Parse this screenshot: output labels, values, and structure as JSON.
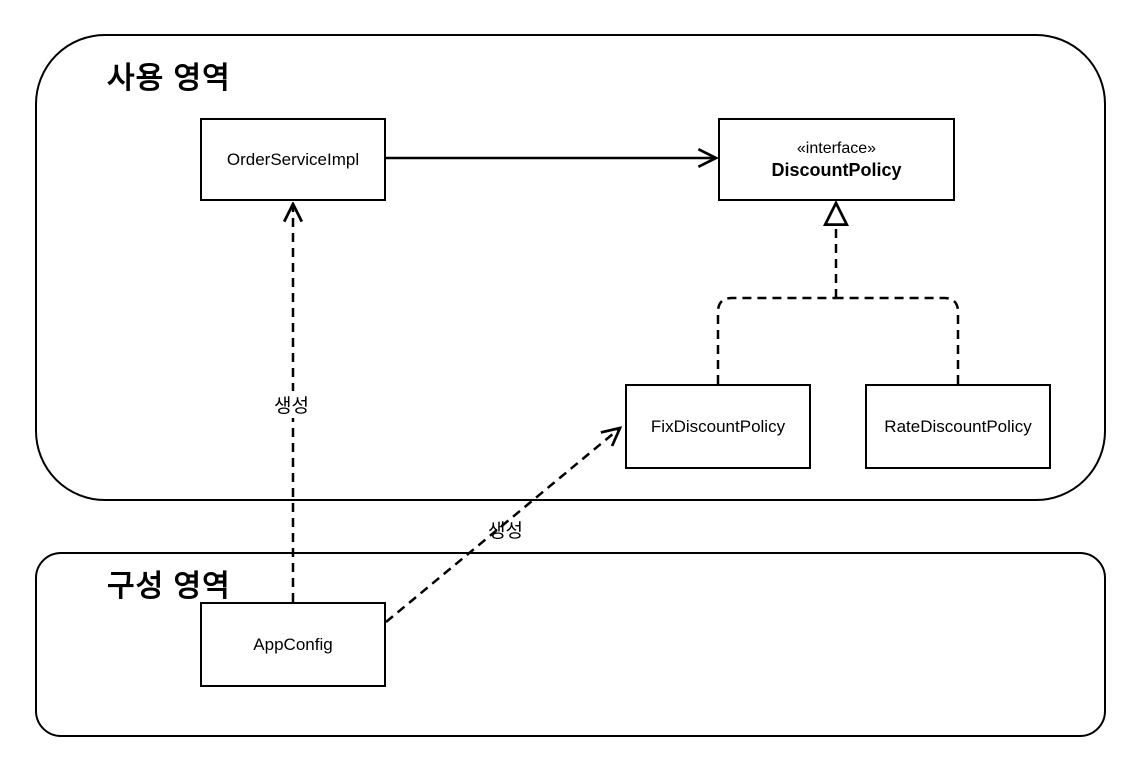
{
  "regions": {
    "usage": {
      "title": "사용 영역"
    },
    "config": {
      "title": "구성 영역"
    }
  },
  "classes": {
    "order_service": {
      "name": "OrderServiceImpl"
    },
    "discount_policy": {
      "stereotype": "«interface»",
      "name": "DiscountPolicy"
    },
    "fix_discount": {
      "name": "FixDiscountPolicy"
    },
    "rate_discount": {
      "name": "RateDiscountPolicy"
    },
    "app_config": {
      "name": "AppConfig"
    }
  },
  "edge_labels": {
    "create_order": "생성",
    "create_fix": "생성"
  },
  "colors": {
    "line": "#000000",
    "background": "#ffffff"
  }
}
